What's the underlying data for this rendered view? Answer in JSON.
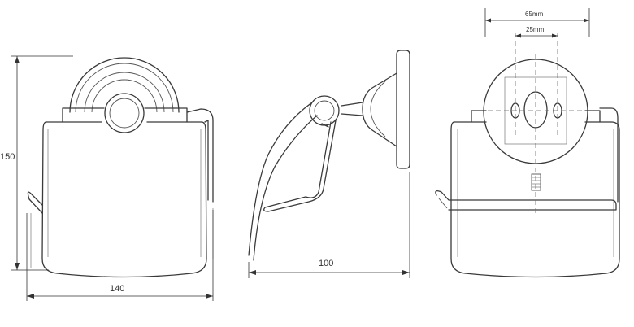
{
  "dimensions": {
    "height_label": "150",
    "width_label": "140",
    "depth_label": "100",
    "hole_outer_label": "65mm",
    "hole_inner_label": "25mm"
  }
}
